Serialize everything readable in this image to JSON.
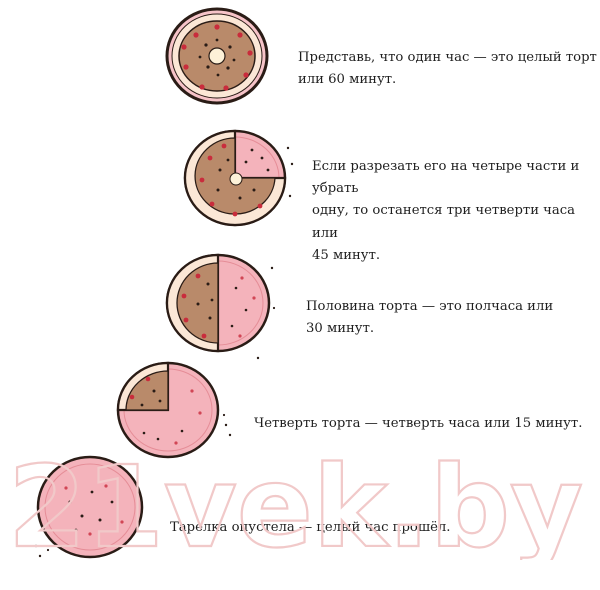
{
  "steps": [
    {
      "text_line1": "Представь, что один час — это целый торт",
      "text_line2": "или 60 минут."
    },
    {
      "text_line1": "Если разрезать его на четыре части и убрать",
      "text_line2": "одну, то останется три четверти часа или",
      "text_line3": "45 минут."
    },
    {
      "text_line1": "Половина торта — это полчаса или",
      "text_line2": "30 минут."
    },
    {
      "text_line1": "Четверть торта — четверть часа или 15 минут."
    },
    {
      "text_line1": "Тарелка опустела — целый час прошёл."
    }
  ],
  "watermark": {
    "text": "21vek.by"
  },
  "colors": {
    "cake": "#b98a6a",
    "plate": "#f3b8bf",
    "cream": "#fdf1d8",
    "berry": "#c92c3c",
    "outline": "#2a1c16"
  }
}
